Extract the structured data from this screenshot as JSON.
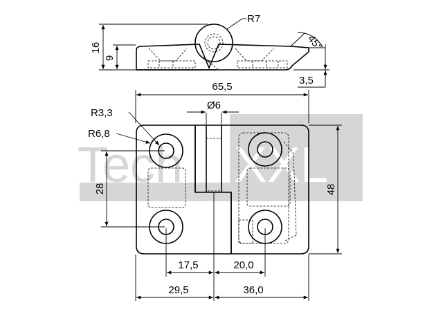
{
  "watermark": {
    "part1": "Tech",
    "part2": "XXL"
  },
  "side_view": {
    "radius_label": "R7",
    "angle_label": "45°",
    "height_total": "16",
    "height_leaf": "9",
    "offset": "3,5"
  },
  "top_view": {
    "width_total": "65,5",
    "pin_diameter": "Ø6",
    "hole_radius": "R3,3",
    "boss_radius": "R6,8",
    "hole_spacing_vertical": "28",
    "height_total": "48",
    "left_hole_to_pin": "17,5",
    "pin_to_right_hole": "20,0",
    "left_width": "29,5",
    "right_width": "36,0"
  }
}
